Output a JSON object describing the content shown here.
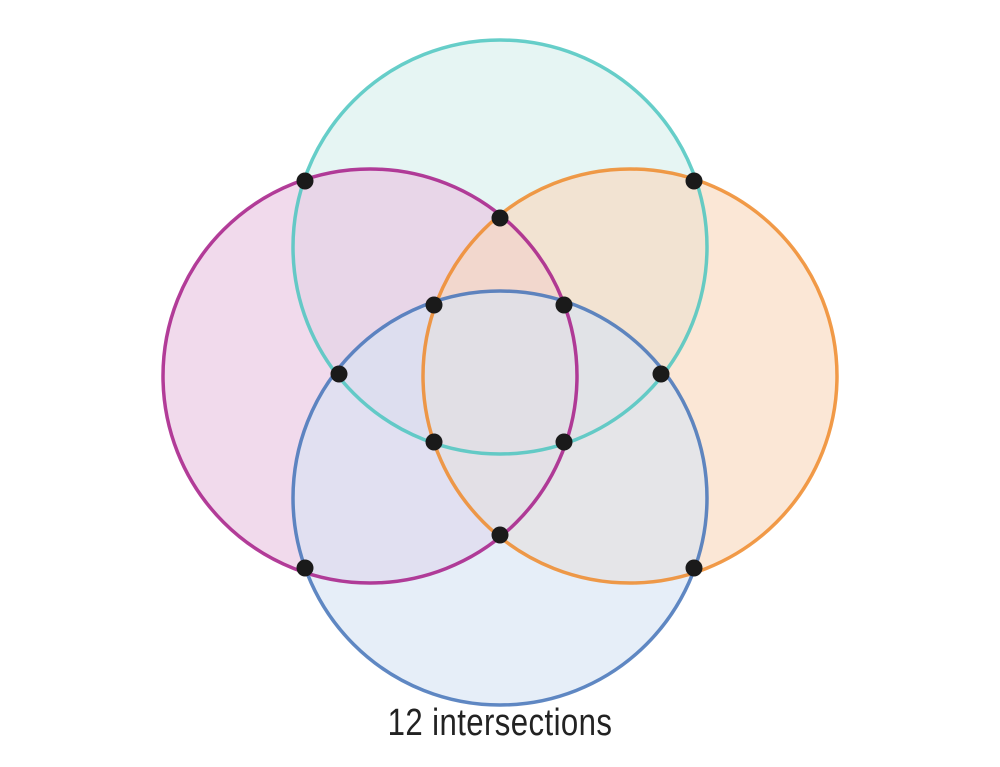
{
  "caption": "12 intersections",
  "circles": [
    {
      "name": "top",
      "fill": "#d6efec",
      "stroke": "#4cc6c0"
    },
    {
      "name": "left",
      "fill": "#e8c4e0",
      "stroke": "#a61c87"
    },
    {
      "name": "right",
      "fill": "#f9d9bd",
      "stroke": "#ef8a2a"
    },
    {
      "name": "bottom",
      "fill": "#d7e3f3",
      "stroke": "#4473b9"
    }
  ],
  "intersection_point_color": "#1a1a1a",
  "intersection_count": 12
}
